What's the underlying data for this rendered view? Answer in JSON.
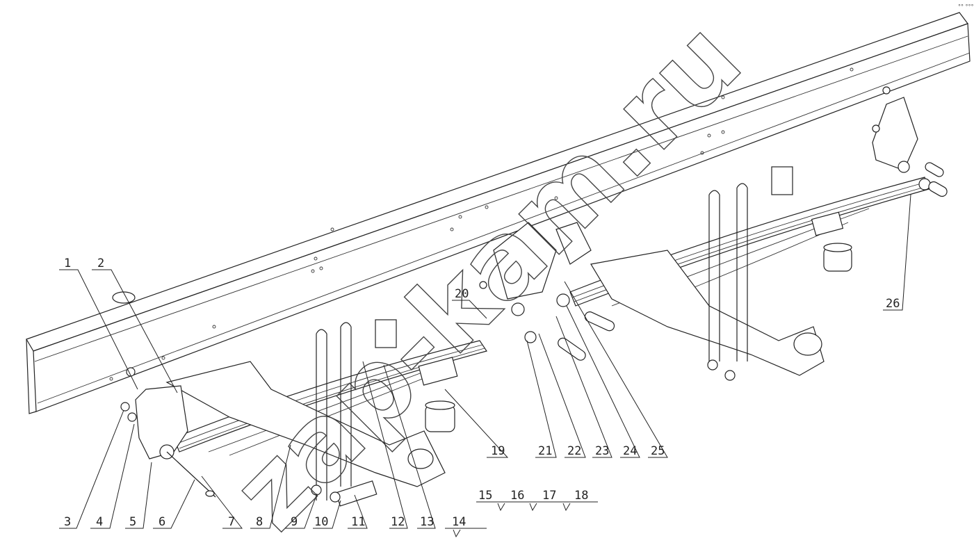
{
  "watermark": "zap-kam.ru",
  "corner_mark": "°° °°°",
  "callouts": [
    "1",
    "2",
    "3",
    "4",
    "5",
    "6",
    "7",
    "8",
    "9",
    "10",
    "11",
    "12",
    "13",
    "14",
    "15",
    "16",
    "17",
    "18",
    "19",
    "20",
    "21",
    "22",
    "23",
    "24",
    "25",
    "26"
  ]
}
